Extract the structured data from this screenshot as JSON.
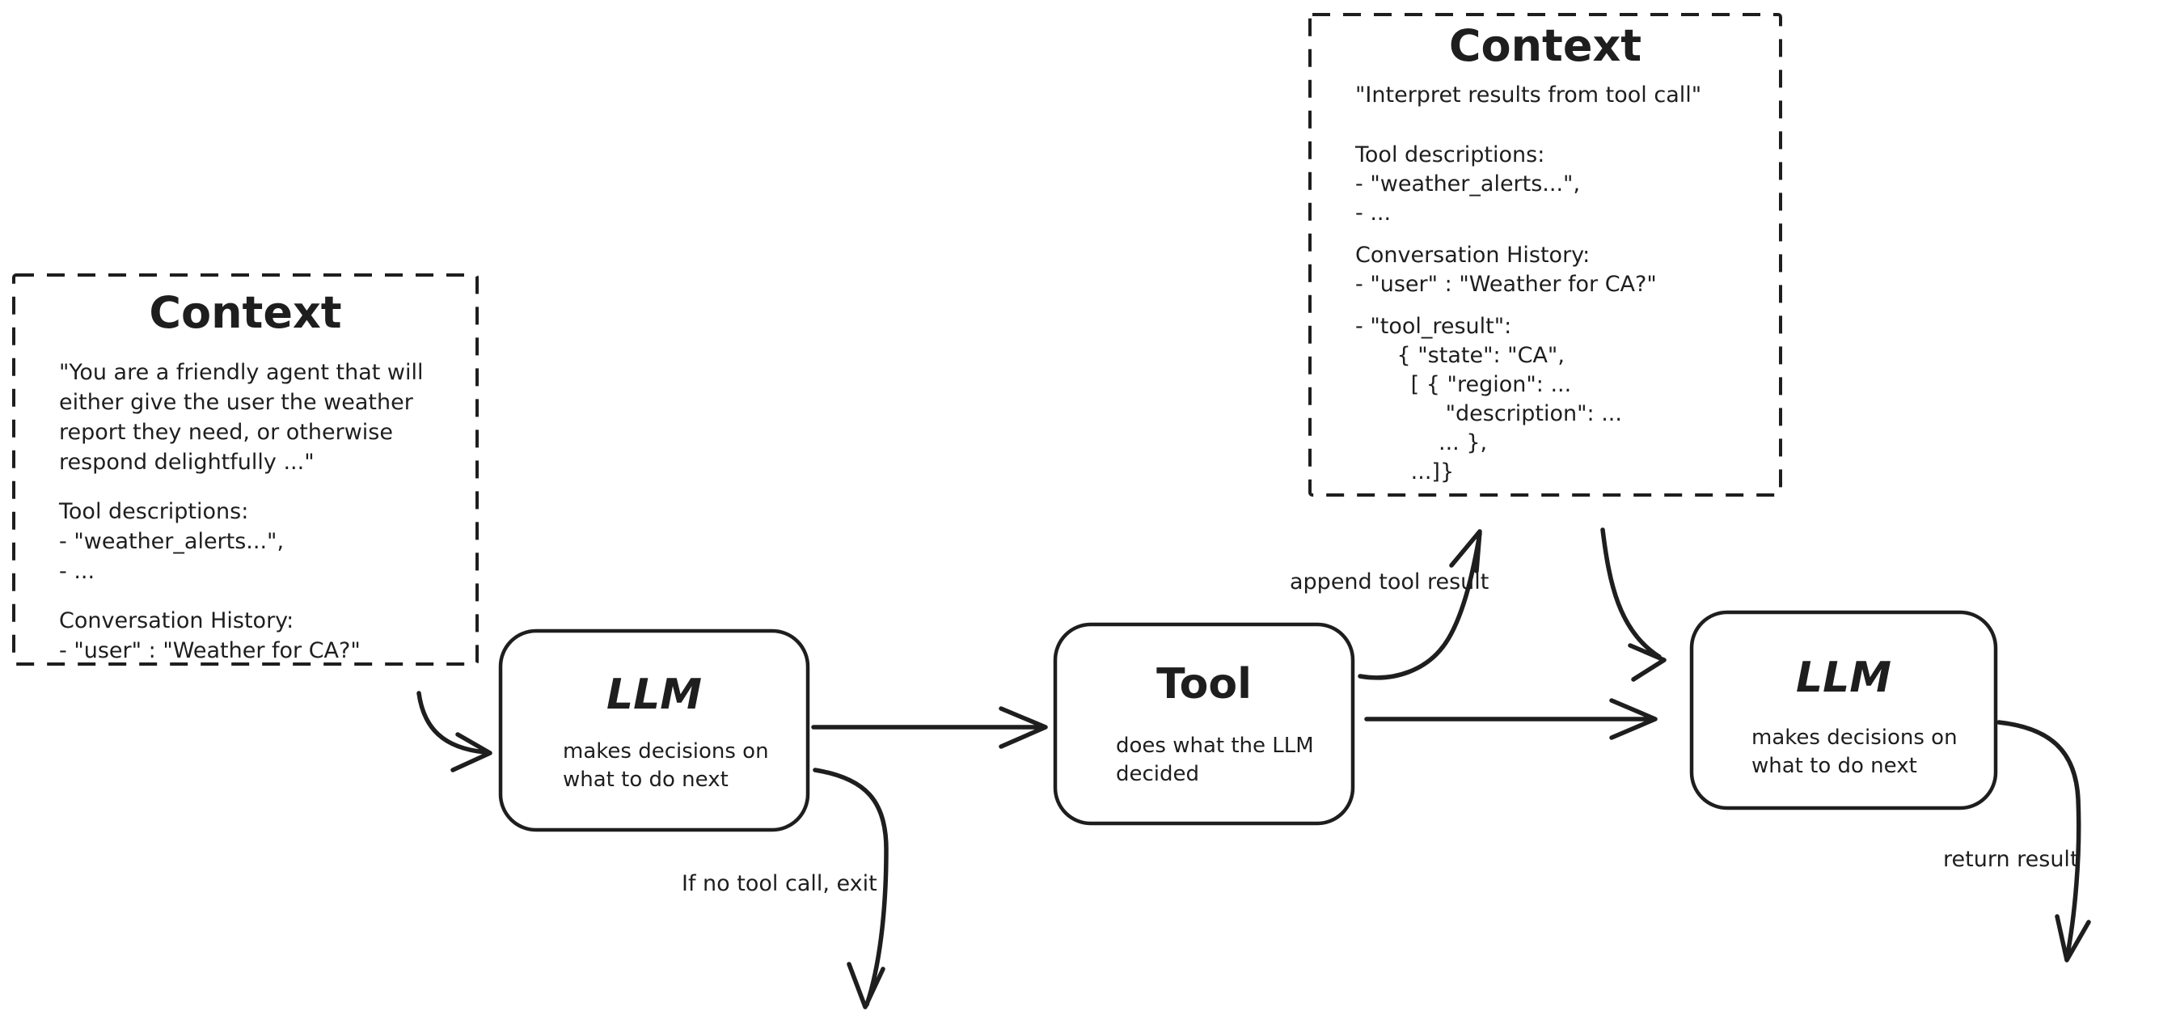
{
  "canvas": {
    "background": "#ffffff",
    "stroke_color": "#1e1e1e"
  },
  "context_left": {
    "title": "Context",
    "paragraphs": [
      "\"You are a friendly agent that will\neither give the user the weather\nreport they need, or otherwise\nrespond delightfully ...\"",
      "Tool descriptions:\n- \"weather_alerts...\",\n- ...",
      "Conversation History:\n- \"user\" : \"Weather for CA?\""
    ]
  },
  "context_top": {
    "title": "Context",
    "paragraphs": [
      "\"Interpret results from tool call\"",
      "Tool descriptions:\n- \"weather_alerts...\",\n- ...",
      "Conversation History:\n- \"user\" : \"Weather for CA?\"",
      "- \"tool_result\":\n      { \"state\": \"CA\",\n        [ { \"region\": ...\n             \"description\": ...\n            ... },\n        ...]}"
    ]
  },
  "nodes": {
    "llm1": {
      "title": "LLM",
      "subtitle": "makes decisions on\nwhat to do next"
    },
    "tool": {
      "title": "Tool",
      "subtitle": "does what the LLM\ndecided"
    },
    "llm2": {
      "title": "LLM",
      "subtitle": "makes decisions on\nwhat to do next"
    }
  },
  "labels": {
    "append_tool_result": "append tool result",
    "no_tool_call_exit": "If no tool call, exit",
    "return_result": "return result"
  }
}
